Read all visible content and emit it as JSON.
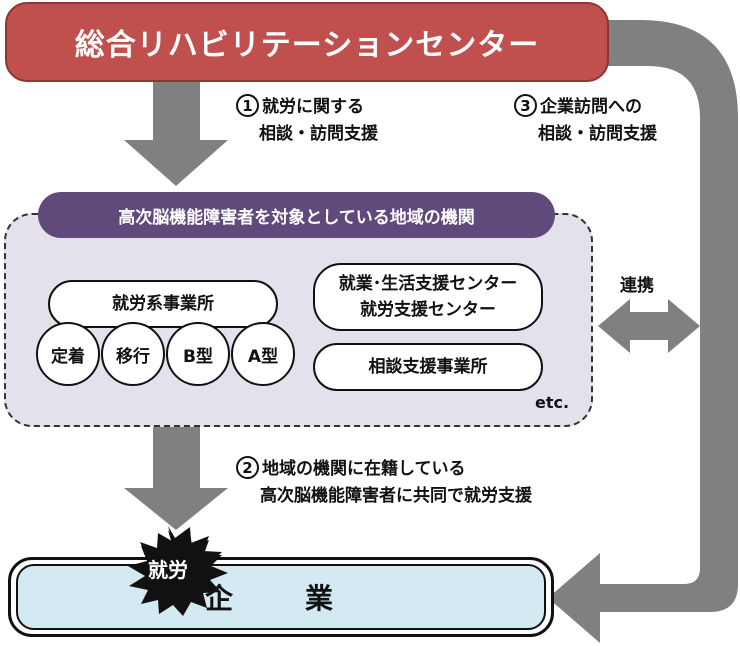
{
  "center": {
    "name": "総合リハビリテーションセンター"
  },
  "flows": {
    "f1": {
      "num": "1",
      "line1": "就労に関する",
      "line2": "相談・訪問支援"
    },
    "f2": {
      "num": "2",
      "line1": "地域の機関に在籍している",
      "line2": "高次脳機能障害者に共同で就労支援"
    },
    "f3": {
      "num": "3",
      "line1": "企業訪問への",
      "line2": "相談・訪問支援"
    },
    "link": "連携"
  },
  "region": {
    "title": "高次脳機能障害者を対象としている地域の機関",
    "employment_office": "就労系事業所",
    "types": [
      "定着",
      "移行",
      "B型",
      "A型"
    ],
    "support_center_line1": "就業･生活支援センター",
    "support_center_line2": "就労支援センター",
    "consultation_office": "相談支援事業所",
    "etc": "etc."
  },
  "company": {
    "burst": "就労",
    "label": "企　業"
  },
  "colors": {
    "center": "#c0504d",
    "region_title": "#604a7b",
    "region_bg": "#e4e0ec",
    "company_bg": "#d4eaf3",
    "arrow": "#808080"
  }
}
